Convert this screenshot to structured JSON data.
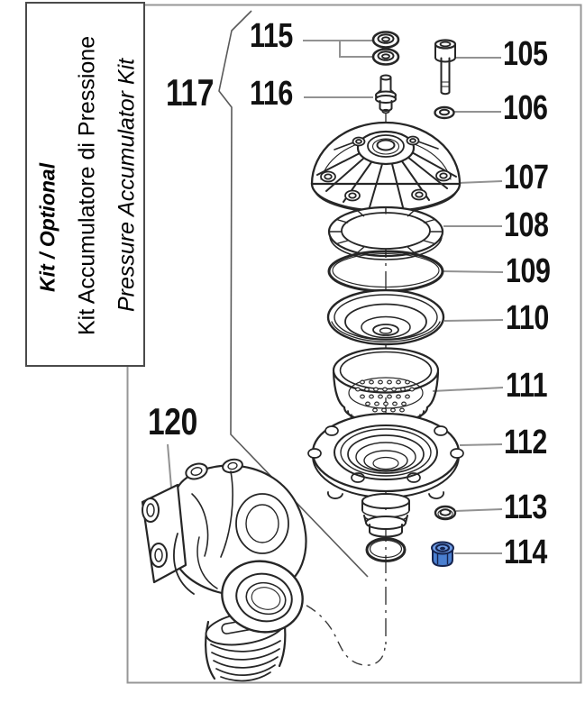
{
  "kit_label": {
    "title": "Kit / Optional",
    "subtitle_italian": "Kit Accumulatore di Pressione",
    "subtitle_english": "Pressure Accumulator Kit"
  },
  "part_labels": [
    {
      "number": "115",
      "depicts": "washer-pair"
    },
    {
      "number": "116",
      "depicts": "valve-stem"
    },
    {
      "number": "117",
      "depicts": "whole-kit-bracket"
    },
    {
      "number": "105",
      "depicts": "socket-head-screw"
    },
    {
      "number": "106",
      "depicts": "washer"
    },
    {
      "number": "107",
      "depicts": "accumulator-cover-dome"
    },
    {
      "number": "108",
      "depicts": "lock-ring"
    },
    {
      "number": "109",
      "depicts": "o-ring"
    },
    {
      "number": "110",
      "depicts": "diaphragm"
    },
    {
      "number": "111",
      "depicts": "perforated-cup"
    },
    {
      "number": "112",
      "depicts": "flange"
    },
    {
      "number": "113",
      "depicts": "small-washer"
    },
    {
      "number": "114",
      "depicts": "blue-valve-nut"
    },
    {
      "number": "120",
      "depicts": "pump-head"
    }
  ],
  "colors": {
    "line": "#262626",
    "leader": "#929292",
    "frame": "#979797",
    "accent_blue": "#4a7fd0",
    "accent_blue_light": "#6d9be6",
    "accent_blue_dark": "#16244e"
  }
}
